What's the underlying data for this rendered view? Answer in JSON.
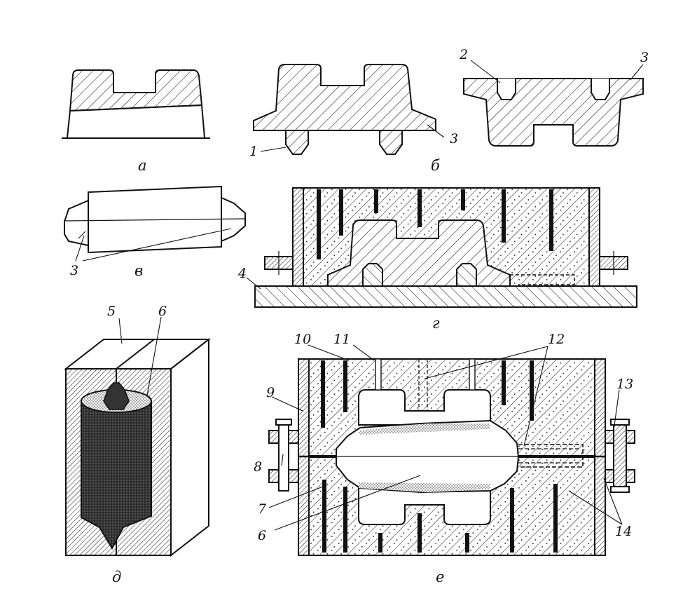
{
  "panels": {
    "a": "а",
    "b": "б",
    "v": "в",
    "g": "г",
    "d": "д",
    "e": "е"
  },
  "callouts": {
    "n1": "1",
    "n2": "2",
    "n3_b": "3",
    "n3_top": "3",
    "n3_v": "3",
    "n4": "4",
    "n5": "5",
    "n6_d": "6",
    "n6_e": "6",
    "n7": "7",
    "n8": "8",
    "n9": "9",
    "n10": "10",
    "n11": "11",
    "n12": "12",
    "n13": "13",
    "n14": "14"
  },
  "colors": {
    "ink": "#111111",
    "sand_dark": "#2a2a2a",
    "paper": "#ffffff"
  }
}
